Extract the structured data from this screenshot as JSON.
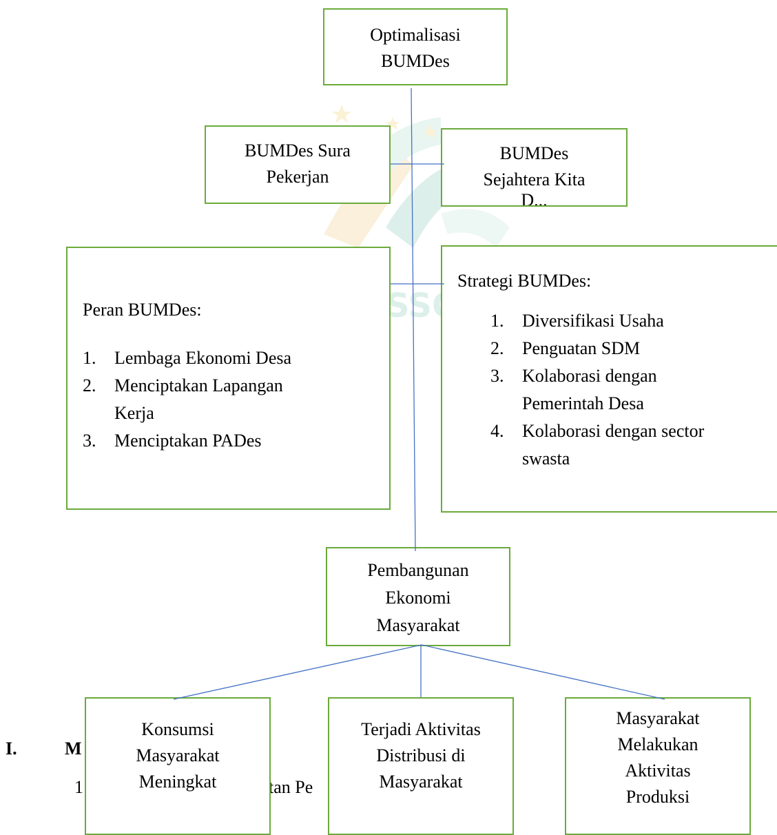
{
  "top": {
    "text_line1": "Optimalisasi",
    "text_line2": "BUMDes"
  },
  "left_mid": {
    "text_line1": "BUMDes Sura",
    "text_line2": "Pekerjan"
  },
  "right_mid": {
    "text_line1": "BUMDes",
    "text_line2": "Sejahtera Kita",
    "text_line3": "D..."
  },
  "peran": {
    "title": "Peran BUMDes:",
    "items": [
      {
        "num": "1.",
        "lines": [
          "Lembaga Ekonomi Desa"
        ]
      },
      {
        "num": "2.",
        "lines": [
          "Menciptakan Lapangan",
          "Kerja"
        ]
      },
      {
        "num": "3.",
        "lines": [
          "Menciptakan PADes"
        ]
      }
    ]
  },
  "strategi": {
    "title": "Strategi BUMDes:",
    "items": [
      {
        "num": "1.",
        "lines": [
          "Diversifikasi Usaha"
        ]
      },
      {
        "num": "2.",
        "lines": [
          "Penguatan SDM"
        ]
      },
      {
        "num": "3.",
        "lines": [
          "Kolaborasi dengan",
          "Pemerintah Desa"
        ]
      },
      {
        "num": "4.",
        "lines": [
          "Kolaborasi dengan sector",
          "swasta"
        ]
      }
    ]
  },
  "pembangunan": {
    "line1": "Pembangunan",
    "line2": "Ekonomi",
    "line3": "Masyarakat"
  },
  "konsumsi": {
    "line1": "Konsumsi",
    "line2": "Masyarakat",
    "line3": "Meningkat"
  },
  "distribusi": {
    "line1": "Terjadi Aktivitas",
    "line2": "Distribusi di",
    "line3": "Masyarakat"
  },
  "produksi": {
    "line1": "Masyarakat",
    "line2": "Melakukan",
    "line3": "Aktivitas",
    "line4": "Produksi"
  },
  "behind": {
    "heading_num": "I.",
    "heading_text": "M",
    "sub_num": "1",
    "sub_text": "tan Pe"
  },
  "colors": {
    "box_border": "#6aaa3a",
    "connector": "#4472c4"
  }
}
